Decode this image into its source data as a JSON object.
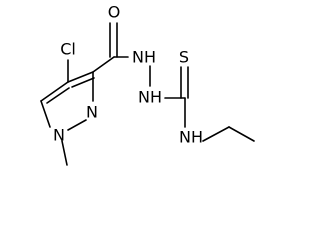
{
  "molecule": {
    "atoms": {
      "cl": "Cl",
      "o": "O",
      "s": "S",
      "n_ring1": "N",
      "n_ring2": "N",
      "nh_hydrazide1": "NH",
      "nh_hydrazide2": "NH",
      "nh_ethyl": "NH"
    }
  },
  "colors": {
    "bond": "#000000",
    "label": "#000000",
    "background": "#ffffff"
  }
}
